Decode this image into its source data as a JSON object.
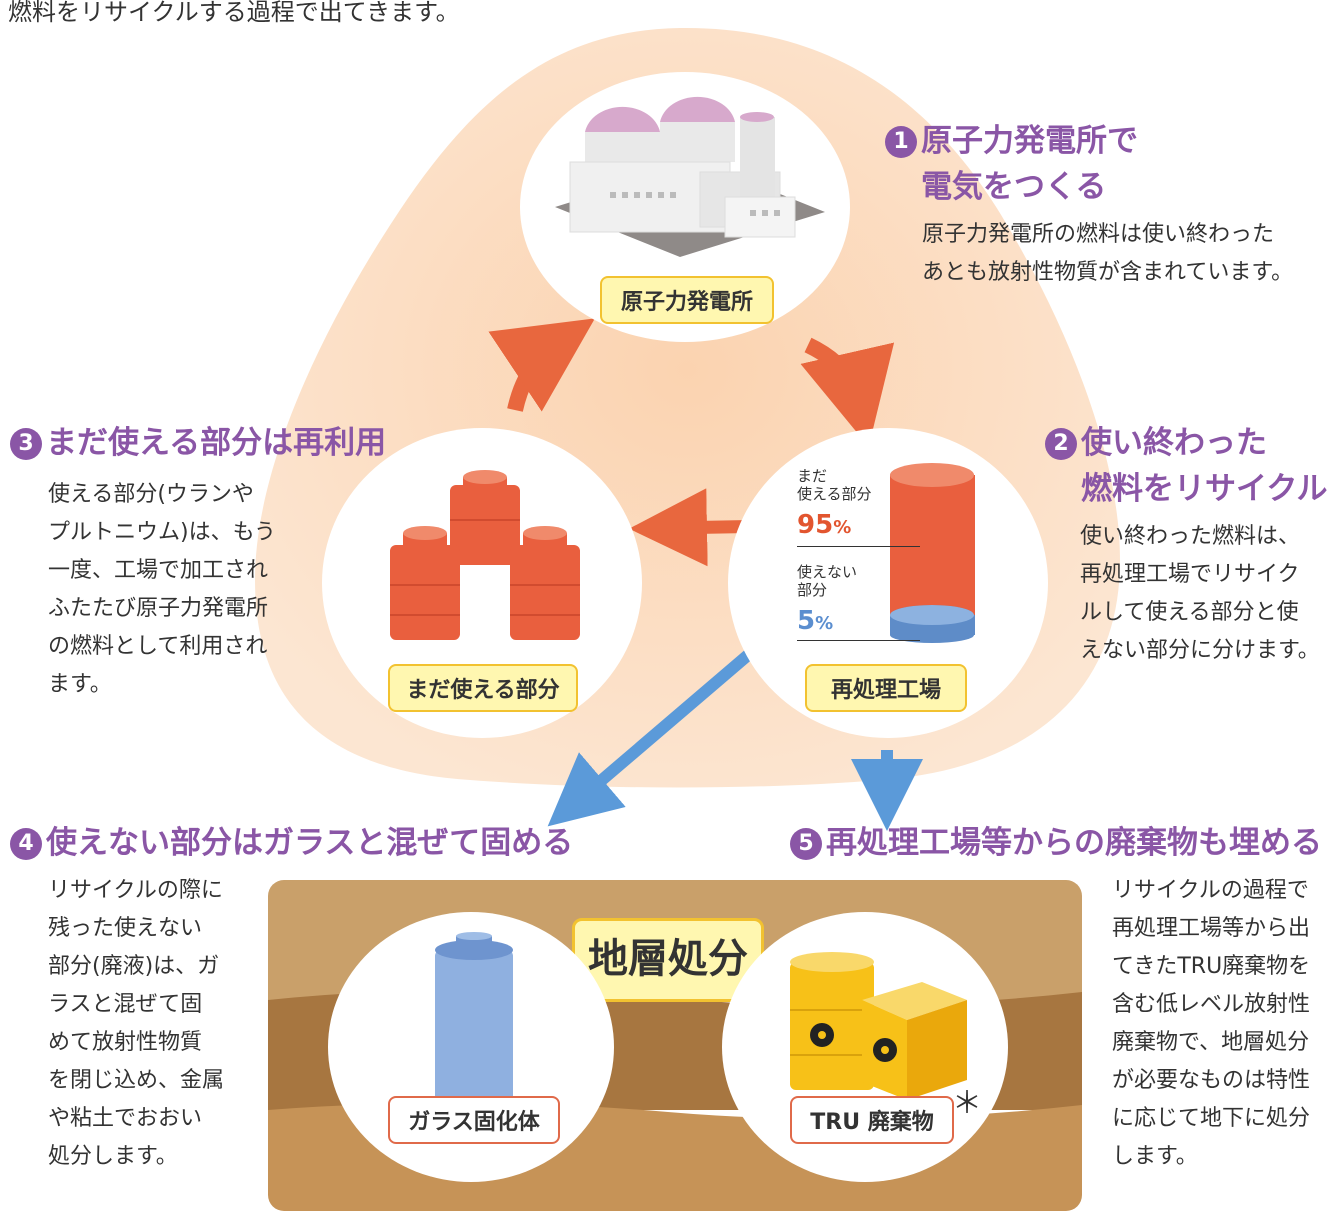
{
  "intro_text": "燃料をリサイクルする過程で出てきます。",
  "colors": {
    "purple": "#8a56a6",
    "orange": "#e2552f",
    "blue": "#5b8ecf",
    "yellow_box": "#fff7b0",
    "yellow_border": "#f2c230",
    "background_blob": "#fbd9bc"
  },
  "nodes": {
    "power_plant": {
      "label": "原子力発電所"
    },
    "reprocessing": {
      "label": "再処理工場"
    },
    "reusable": {
      "label": "まだ使える部分"
    },
    "glass": {
      "label": "ガラス固化体"
    },
    "tru": {
      "label": "TRU 廃棄物"
    }
  },
  "reprocessing_split": {
    "usable_label": "まだ\n使える部分",
    "usable_pct": "95",
    "unusable_label": "使えない\n部分",
    "unusable_pct": "5",
    "pct_unit": "%"
  },
  "steps": [
    {
      "num": "1",
      "title_line1": "原子力発電所で",
      "title_line2": "電気をつくる",
      "body": "原子力発電所の燃料は使い終わった\nあとも放射性物質が含まれています。"
    },
    {
      "num": "2",
      "title_line1": "使い終わった",
      "title_line2": "燃料をリサイクル",
      "body": "使い終わった燃料は、\n再処理工場でリサイク\nルして使える部分と使\nえない部分に分けます。"
    },
    {
      "num": "3",
      "title_line1": "まだ使える部分は再利用",
      "body": "使える部分(ウランや\nプルトニウム)は、もう\n一度、工場で加工され\nふたたび原子力発電所\nの燃料として利用され\nます。"
    },
    {
      "num": "4",
      "title_line1": "使えない部分はガラスと混ぜて固める",
      "body": "リサイクルの際に\n残った使えない\n部分(廃液)は、ガ\nラスと混ぜて固\nめて放射性物質\nを閉じ込め、金属\nや粘土でおおい\n処分します。"
    },
    {
      "num": "5",
      "title_line1": "再処理工場等からの廃棄物も埋める",
      "body": "リサイクルの過程で\n再処理工場等から出\nてきたTRU廃棄物を\n含む低レベル放射性\n廃棄物で、地層処分\nが必要なものは特性\nに応じて地下に処分\nします。"
    }
  ],
  "disposal_title": "地層処分",
  "footnote_mark": "＊"
}
